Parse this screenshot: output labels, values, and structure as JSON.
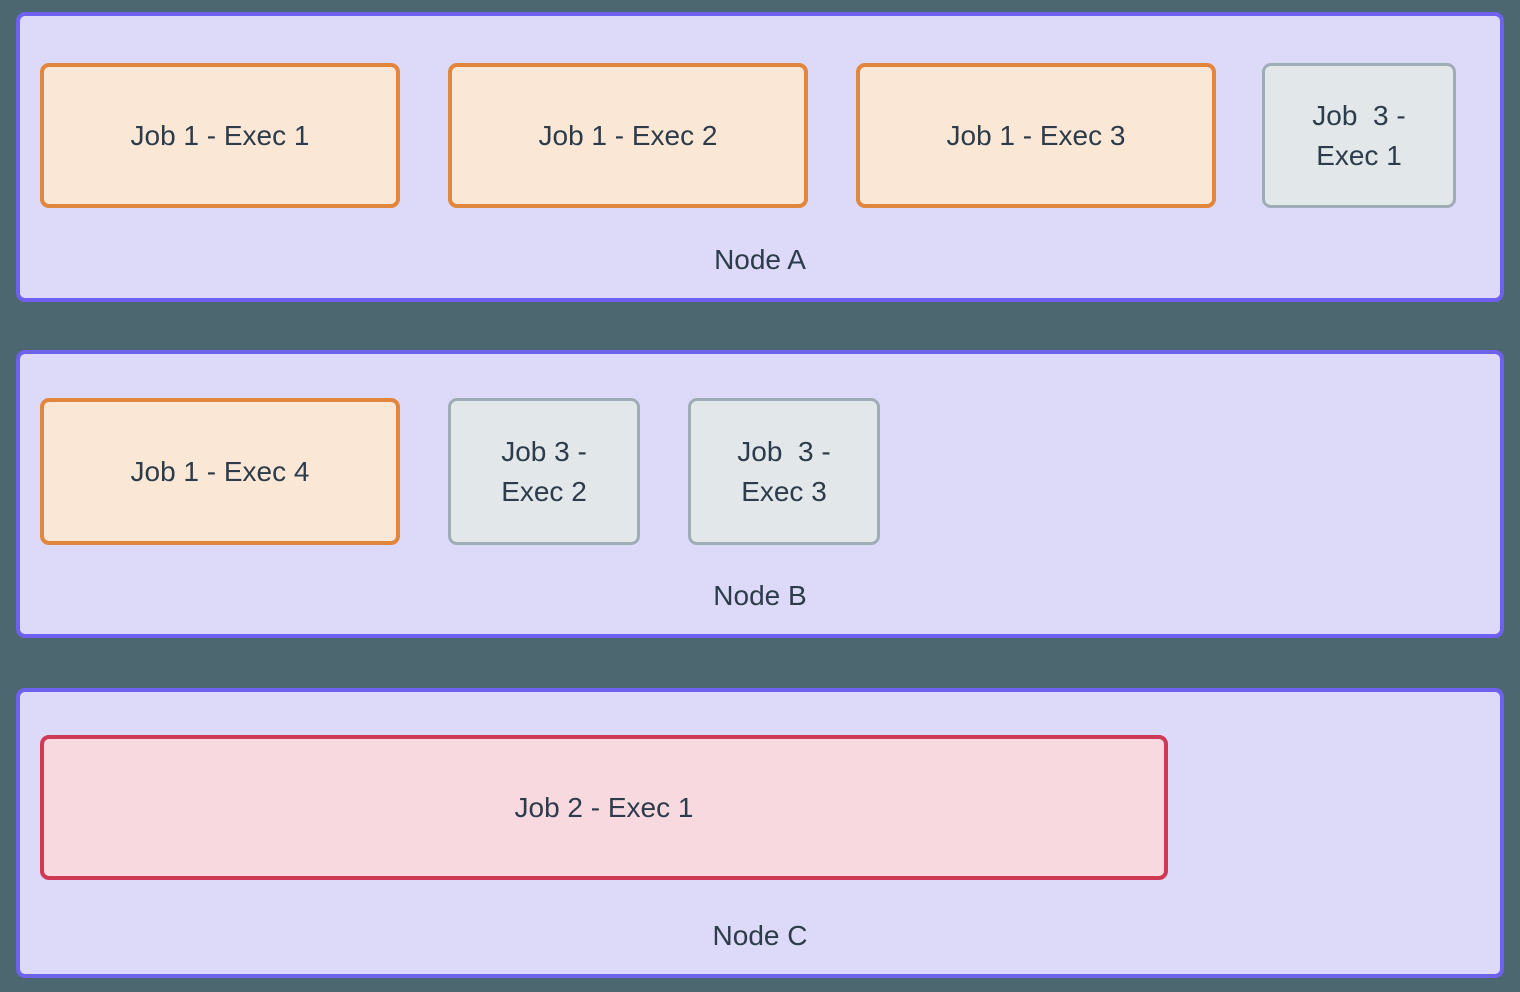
{
  "colors": {
    "page_bg": "#4C6770",
    "node_fill": "#DCDAF8",
    "node_border": "#6E61EF",
    "job1_fill": "#FAE7D5",
    "job1_border": "#E1873D",
    "job2_fill": "#F8D9DF",
    "job2_border": "#CE3A56",
    "job3_fill": "#E2E7EA",
    "job3_border": "#A0ACB5",
    "text": "#2D3B4A"
  },
  "nodes": [
    {
      "label": "Node A",
      "executors": [
        {
          "job": "job1",
          "label": "Job 1 - Exec 1"
        },
        {
          "job": "job1",
          "label": "Job 1 - Exec 2"
        },
        {
          "job": "job1",
          "label": "Job 1 - Exec 3"
        },
        {
          "job": "job3",
          "label": "Job  3 -\nExec 1"
        }
      ]
    },
    {
      "label": "Node B",
      "executors": [
        {
          "job": "job1",
          "label": "Job 1 - Exec 4"
        },
        {
          "job": "job3",
          "label": "Job 3 -\nExec 2"
        },
        {
          "job": "job3",
          "label": "Job  3 -\nExec 3"
        }
      ]
    },
    {
      "label": "Node C",
      "executors": [
        {
          "job": "job2",
          "label": "Job 2 - Exec 1"
        }
      ]
    }
  ]
}
